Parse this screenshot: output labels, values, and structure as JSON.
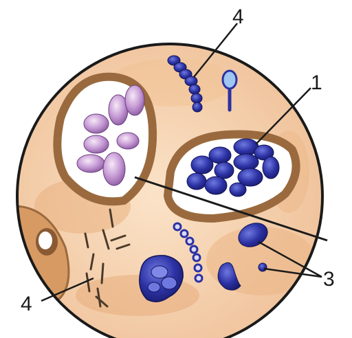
{
  "labels": {
    "l1": "1",
    "l3": "3",
    "l4_top": "4",
    "l4_bottom": "4"
  },
  "colors": {
    "background_tissue": "#f3c89e",
    "circle_outline": "#1a1a1a",
    "capsule": "#9a6a3e",
    "capsule_inner": "#ffffff",
    "gram_negative_cells": "#c9a1d6",
    "gram_positive_cells": "#2b2f9e",
    "leader_lines": "#1a1a1a"
  }
}
